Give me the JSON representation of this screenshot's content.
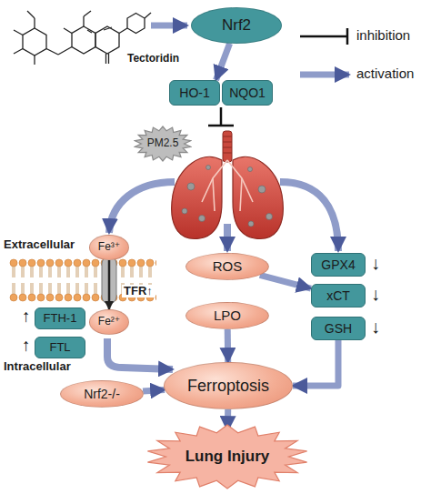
{
  "diagram": {
    "nodes": [
      {
        "text": [
          "Nrf2"
        ]
      },
      {
        "text": [
          "HO-1"
        ]
      },
      {
        "text": [
          "NQO1"
        ]
      },
      {
        "text": [
          "PM2.5"
        ]
      },
      {
        "text": [
          "Fe³⁺"
        ]
      },
      {
        "text": [
          "ROS"
        ]
      },
      {
        "text": [
          "GPX4"
        ]
      },
      {
        "text": [
          "xCT"
        ]
      },
      {
        "text": [
          "FTH-1"
        ]
      },
      {
        "text": [
          "Fe²⁺"
        ]
      },
      {
        "text": [
          "LPO"
        ]
      },
      {
        "text": [
          "GSH"
        ]
      },
      {
        "text": [
          "FTL"
        ]
      },
      {
        "text": [
          "Ferroptosis"
        ]
      },
      {
        "text": [
          "Nrf2-/-"
        ]
      },
      {
        "text": [
          "Lung Injury"
        ]
      }
    ],
    "edges": [
      {
        "from": 0,
        "to": 1,
        "arrow": "to"
      },
      {
        "from": 4,
        "to": 9,
        "arrow": "to"
      },
      {
        "from": 5,
        "to": 7,
        "arrow": "to"
      },
      {
        "from": 10,
        "to": 13,
        "arrow": "to"
      },
      {
        "from": 11,
        "to": 13,
        "arrow": "to"
      },
      {
        "from": 14,
        "to": 13,
        "arrow": "to"
      },
      {
        "from": 13,
        "to": 15,
        "arrow": "to"
      }
    ],
    "labels": [
      "Tectoridin",
      "Extracellular",
      "TFR↑",
      "↑",
      "↑",
      "Intracellular",
      "↓",
      "↓",
      "↓"
    ],
    "legend": [
      {
        "text": "inhibition"
      },
      {
        "text": "activation"
      }
    ]
  }
}
